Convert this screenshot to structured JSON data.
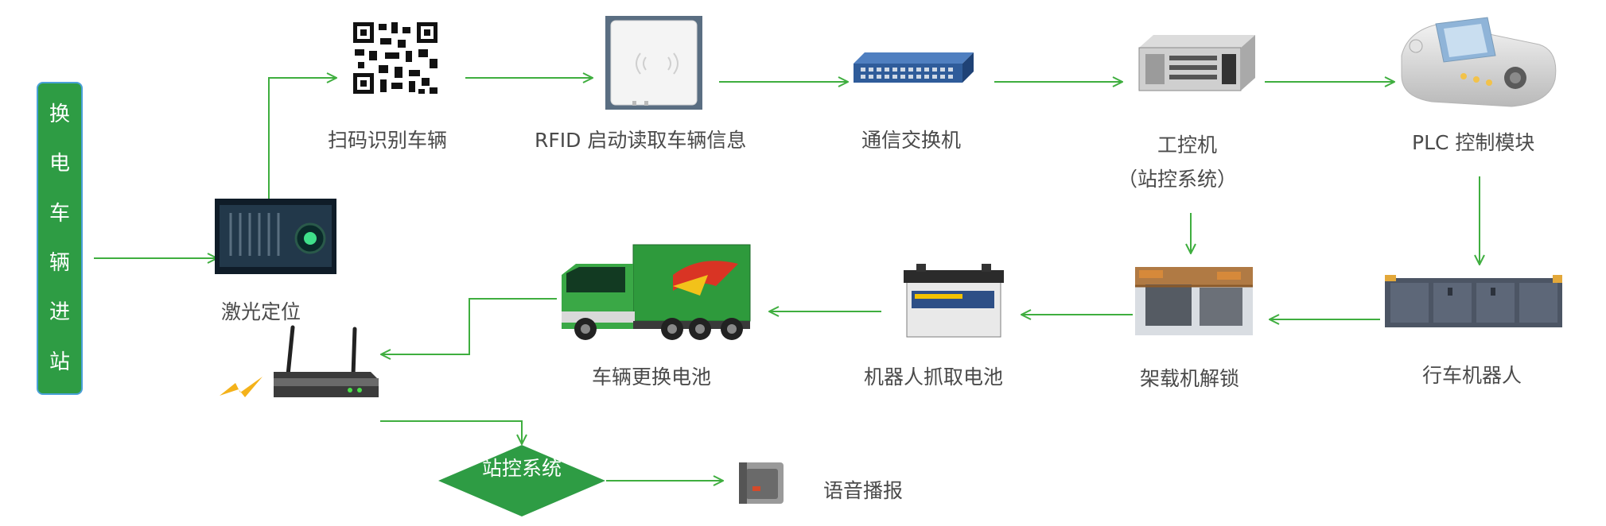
{
  "start": {
    "chars": [
      "换",
      "电",
      "车",
      "辆",
      "进",
      "站"
    ]
  },
  "nodes": {
    "laser": "激光定位",
    "scan": "扫码识别车辆",
    "rfid": "RFID  启动读取车辆信息",
    "switch": "通信交换机",
    "ipc_line1": "工控机",
    "ipc_line2": "（站控系统）",
    "plc": "PLC  控制模块",
    "crane": "行车机器人",
    "unlock": "架载机解锁",
    "robot": "机器人抓取电池",
    "swap": "车辆更换电池",
    "station": "站控系统",
    "voice": "语音播报"
  },
  "colors": {
    "accent": "#2e9c44",
    "arrow": "#3fae3f",
    "text": "#4a4a4a"
  }
}
